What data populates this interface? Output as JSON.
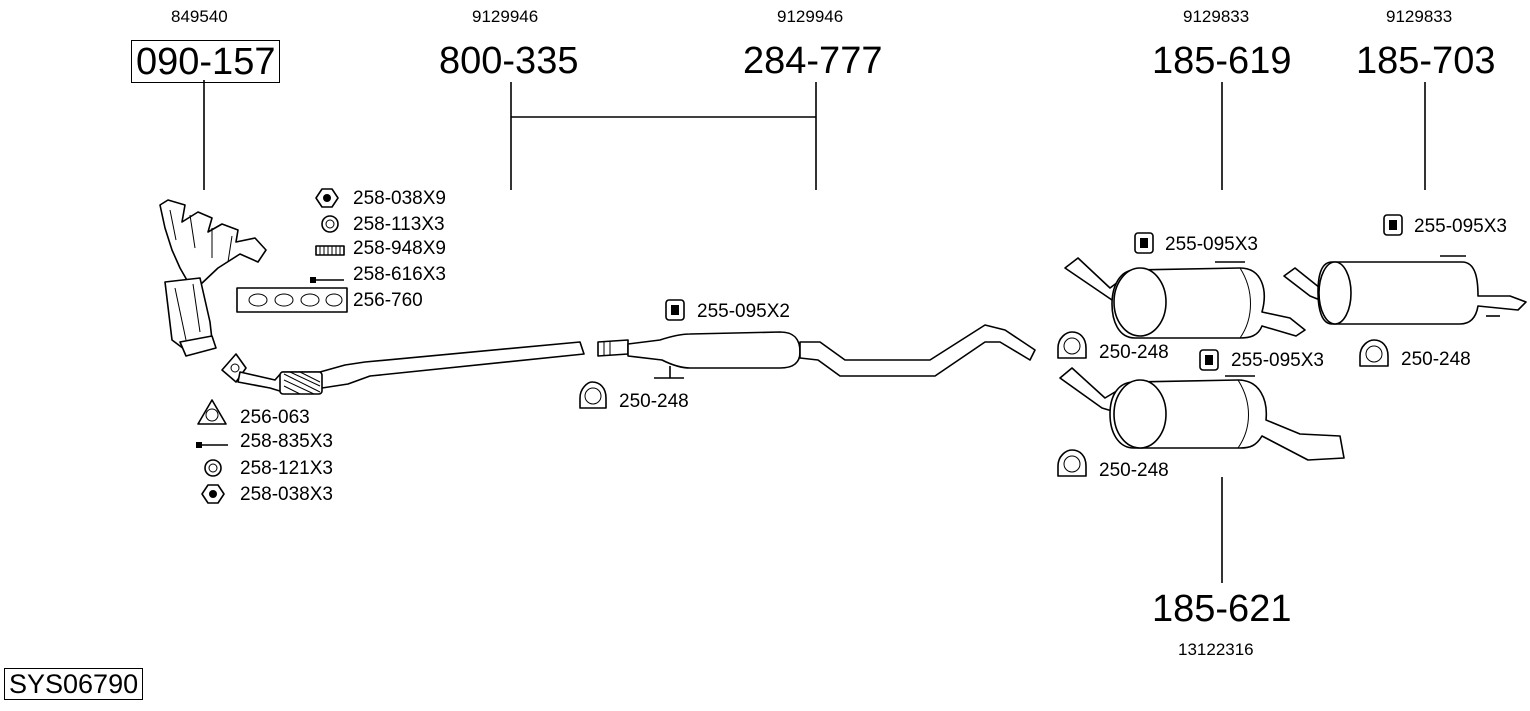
{
  "system_code": "SYS06790",
  "main_parts": {
    "manifold": {
      "oem": "849540",
      "part": "090-157"
    },
    "front_pipe": {
      "oem": "9129946",
      "part": "800-335"
    },
    "middle_silencer": {
      "oem": "9129946",
      "part": "284-777"
    },
    "rear_silencer_a": {
      "oem": "9129833",
      "part": "185-619"
    },
    "rear_silencer_b": {
      "oem": "9129833",
      "part": "185-703"
    },
    "rear_silencer_c": {
      "oem": "13122316",
      "part": "185-621"
    }
  },
  "fitting_labels": {
    "nut_x9": "258-038X9",
    "ring_x3": "258-113X3",
    "spring_x9": "258-948X9",
    "bolt_x3": "258-616X3",
    "gasket_manifold": "256-760",
    "gasket_flange": "256-063",
    "bolt_flange": "258-835X3",
    "ring_flange": "258-121X3",
    "nut_flange": "258-038X3",
    "mount_x2": "255-095X2",
    "clamp_mid": "250-248",
    "mount_rear_a": "255-095X3",
    "mount_rear_b": "255-095X3",
    "clamp_rear_a": "250-248",
    "mount_rear_c": "255-095X3",
    "clamp_rear_b": "250-248",
    "clamp_rear_c": "250-248"
  },
  "icons": {
    "nut": "hex-nut-icon",
    "ring": "sealing-ring-icon",
    "spring": "spring-icon",
    "bolt": "bolt-icon",
    "gasket": "gasket-icon",
    "clamp": "pipe-clamp-icon",
    "mount": "rubber-mount-icon"
  }
}
